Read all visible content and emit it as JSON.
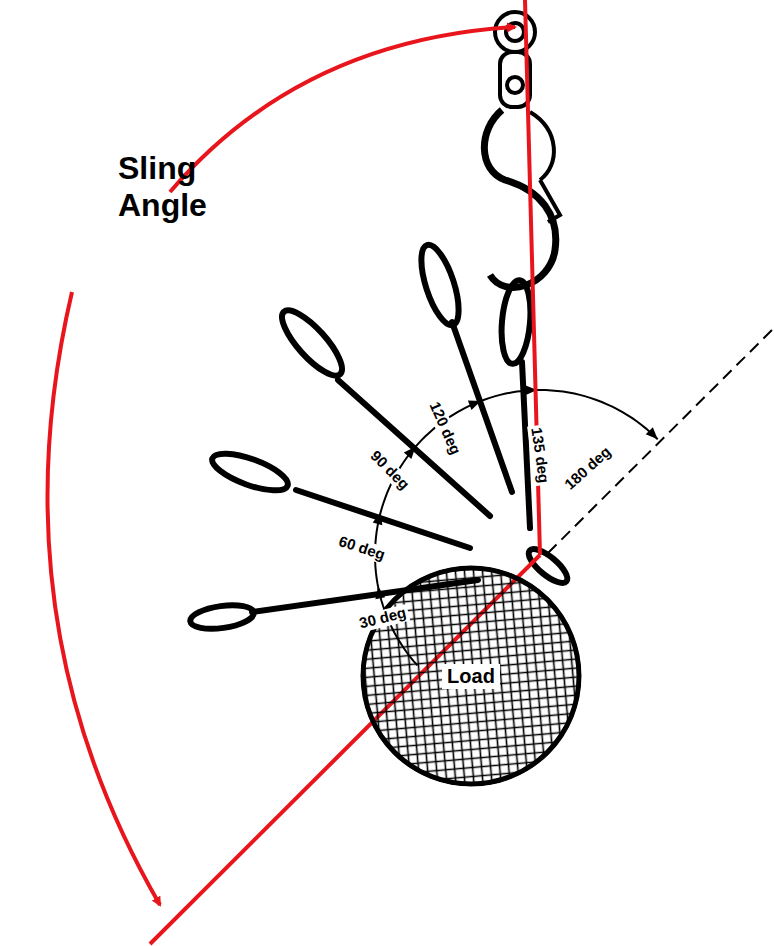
{
  "diagram": {
    "nodes": [
      {
        "text": [
          "Load"
        ]
      }
    ],
    "labels": [
      "Sling Angle",
      "30 deg",
      "60 deg",
      "90 deg",
      "120 deg",
      "135 deg",
      "180 deg"
    ]
  }
}
